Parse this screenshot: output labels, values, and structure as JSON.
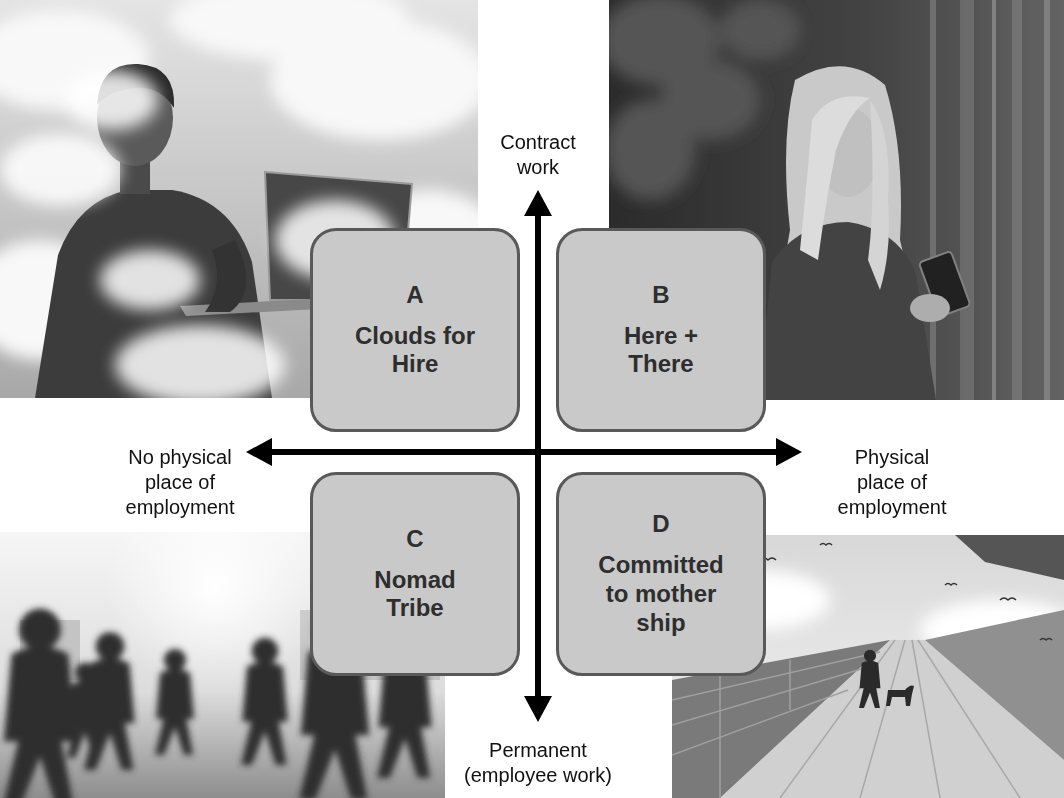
{
  "diagram": {
    "nodes": [
      {
        "text": [
          "A",
          "Clouds for Hire"
        ]
      },
      {
        "text": [
          "B",
          "Here + There"
        ]
      },
      {
        "text": [
          "C",
          "Nomad Tribe"
        ]
      },
      {
        "text": [
          "D",
          "Committed to mother ship"
        ]
      }
    ],
    "labels": [
      "Contract work",
      "No physical place of employment",
      "Physical place of employment",
      "Permanent (employee work)"
    ]
  }
}
